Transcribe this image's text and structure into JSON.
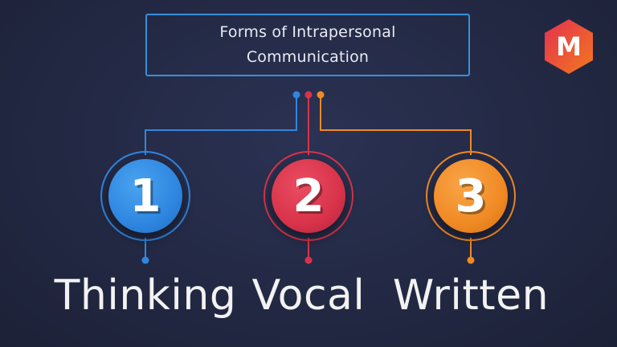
{
  "title": {
    "line1": "Forms of Intrapersonal",
    "line2": "Communication"
  },
  "logo": {
    "letter": "M",
    "icon": "hexagon-logo-icon"
  },
  "items": [
    {
      "number": "1",
      "label": "Thinking",
      "color": "#2f86e0"
    },
    {
      "number": "2",
      "label": "Vocal",
      "color": "#d8334a"
    },
    {
      "number": "3",
      "label": "Written",
      "color": "#f08a24"
    }
  ],
  "colors": {
    "background": "#232944",
    "title_border": "#3a8fd9",
    "blue": "#2f86e0",
    "red": "#d8334a",
    "orange": "#f08a24"
  }
}
